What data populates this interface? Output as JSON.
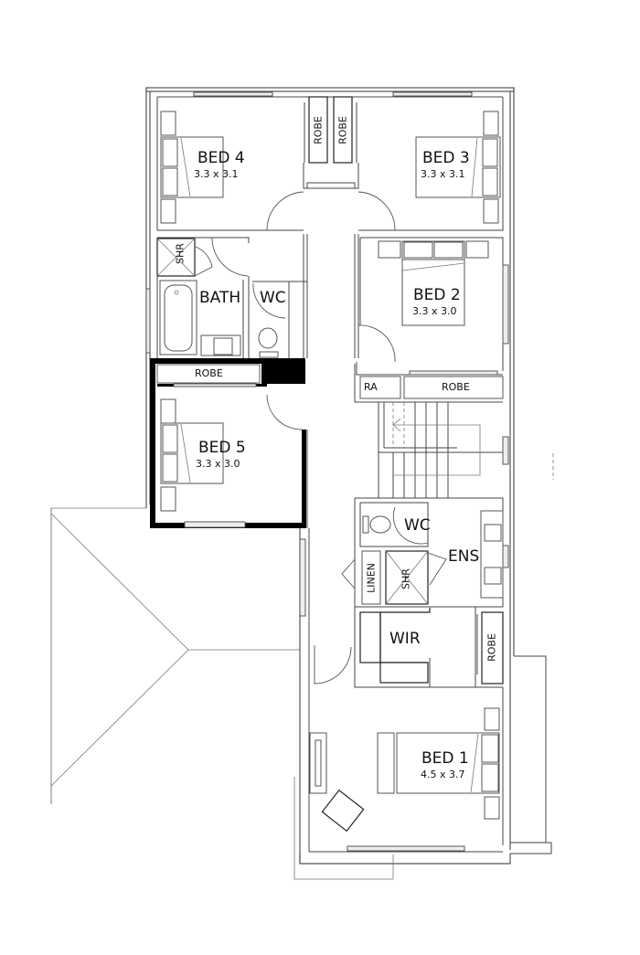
{
  "plan": {
    "type": "floor-plan",
    "level": "upper",
    "colors": {
      "line": "#444444",
      "wall_fill": "#000000",
      "background": "#ffffff"
    }
  },
  "rooms": {
    "bed4": {
      "name": "BED 4",
      "size": "3.3 x 3.1"
    },
    "bed3": {
      "name": "BED 3",
      "size": "3.3 x 3.1"
    },
    "bed2": {
      "name": "BED 2",
      "size": "3.3 x 3.0"
    },
    "bed5": {
      "name": "BED 5",
      "size": "3.3 x 3.0"
    },
    "bed1": {
      "name": "BED 1",
      "size": "4.5 x 3.7"
    },
    "bath": {
      "name": "BATH"
    },
    "wc_upper": {
      "name": "WC"
    },
    "wc_ens": {
      "name": "WC"
    },
    "ens": {
      "name": "ENS"
    },
    "wir": {
      "name": "WIR"
    },
    "linen": {
      "name": "LINEN"
    },
    "shr_bath": {
      "name": "SHR"
    },
    "shr_ens": {
      "name": "SHR"
    },
    "ra": {
      "name": "RA"
    },
    "robe_bed4": {
      "name": "ROBE"
    },
    "robe_bed3": {
      "name": "ROBE"
    },
    "robe_bed5": {
      "name": "ROBE"
    },
    "robe_bed2": {
      "name": "ROBE"
    },
    "robe_bed1": {
      "name": "ROBE"
    }
  }
}
